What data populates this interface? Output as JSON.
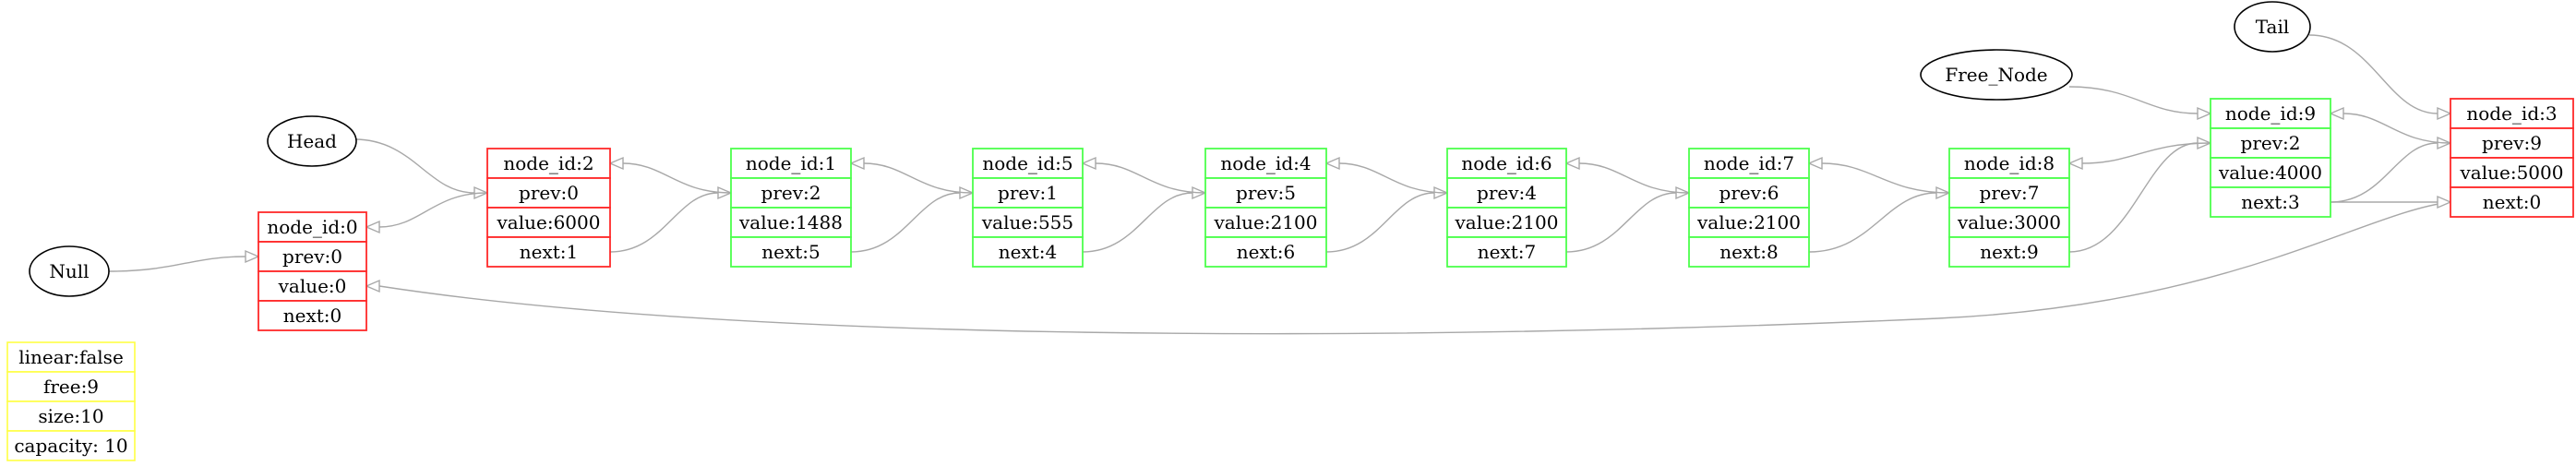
{
  "colors": {
    "red_node": "#ff2a2a",
    "green_node": "#4cff4c",
    "info_border": "#ffff44",
    "edge": "#a8a8a8",
    "text": "#000000"
  },
  "labels": {
    "null": "Null",
    "head": "Head",
    "tail": "Tail",
    "free_node": "Free_Node"
  },
  "nodes": [
    {
      "key": "n0",
      "color": "red",
      "fields": [
        "node_id:0",
        "prev:0",
        "value:0",
        "next:0"
      ]
    },
    {
      "key": "n2",
      "color": "red",
      "fields": [
        "node_id:2",
        "prev:0",
        "value:6000",
        "next:1"
      ]
    },
    {
      "key": "n1",
      "color": "green",
      "fields": [
        "node_id:1",
        "prev:2",
        "value:1488",
        "next:5"
      ]
    },
    {
      "key": "n5",
      "color": "green",
      "fields": [
        "node_id:5",
        "prev:1",
        "value:555",
        "next:4"
      ]
    },
    {
      "key": "n4",
      "color": "green",
      "fields": [
        "node_id:4",
        "prev:5",
        "value:2100",
        "next:6"
      ]
    },
    {
      "key": "n6",
      "color": "green",
      "fields": [
        "node_id:6",
        "prev:4",
        "value:2100",
        "next:7"
      ]
    },
    {
      "key": "n7",
      "color": "green",
      "fields": [
        "node_id:7",
        "prev:6",
        "value:2100",
        "next:8"
      ]
    },
    {
      "key": "n8",
      "color": "green",
      "fields": [
        "node_id:8",
        "prev:7",
        "value:3000",
        "next:9"
      ]
    },
    {
      "key": "n9",
      "color": "green",
      "fields": [
        "node_id:9",
        "prev:2",
        "value:4000",
        "next:3"
      ]
    },
    {
      "key": "n3",
      "color": "red",
      "fields": [
        "node_id:3",
        "prev:9",
        "value:5000",
        "next:0"
      ]
    }
  ],
  "info": [
    "linear:false",
    "free:9",
    "size:10",
    "capacity: 10"
  ]
}
